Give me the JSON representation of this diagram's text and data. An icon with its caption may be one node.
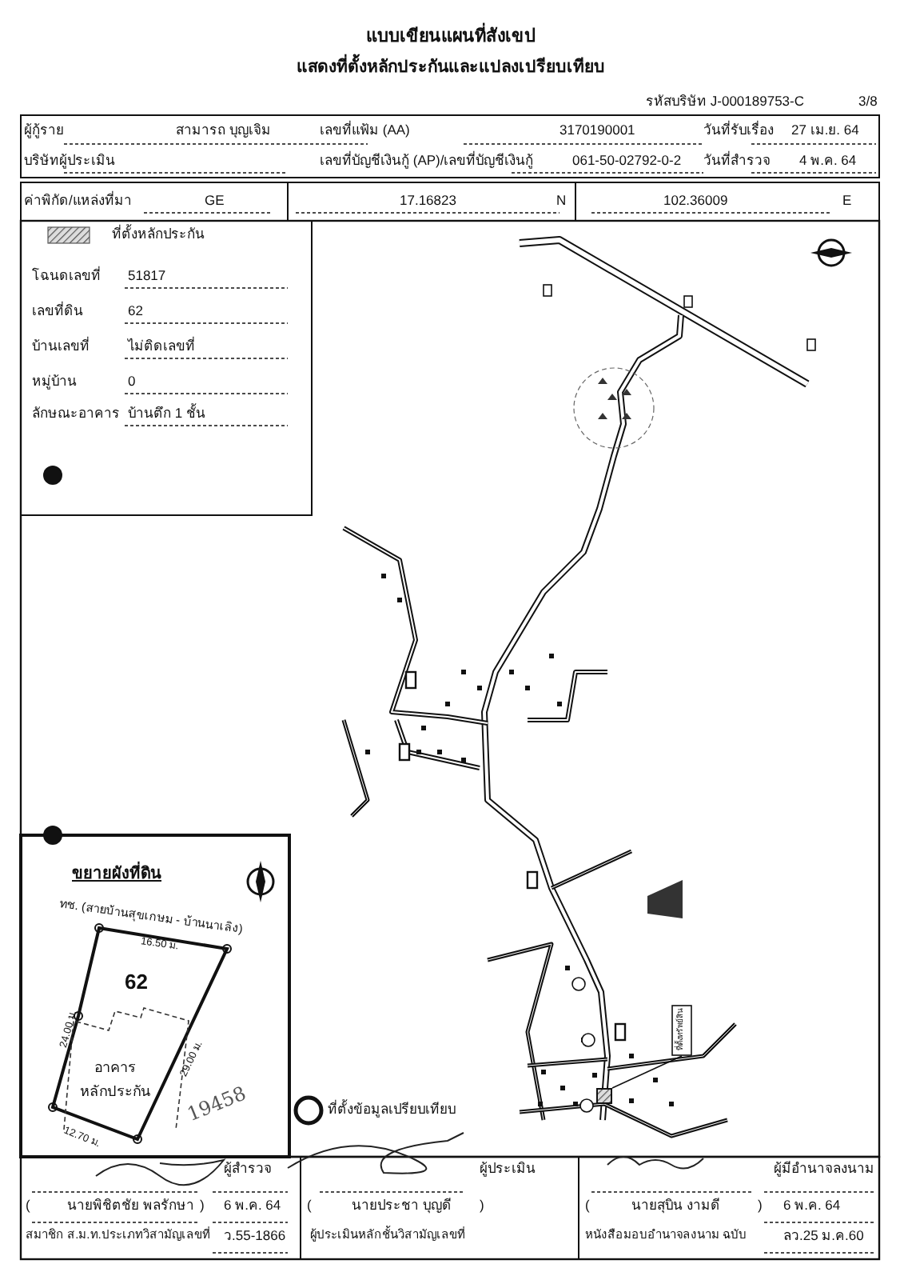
{
  "diagram": {
    "title": "แบบเขียนแผนที่สังเขป",
    "nodes": [
      {
        "text": [
          "62"
        ]
      },
      {
        "text": [
          "อาคาร หลักประกัน"
        ],
        "in": 0
      },
      {
        "text": [
          "ที่ตั้งทรัพย์สิน"
        ]
      },
      {
        "text": [],
        "shape": "box"
      }
    ],
    "edges": [
      {
        "from": 2,
        "to": 3,
        "arrow": "none"
      }
    ],
    "labels": [
      "แสดงที่ตั้งหลักประกันและแปลงเปรียบเทียบ",
      "รหัสบริษัท J-000189753-C",
      "3/8",
      "ผู้กู้ราย",
      "สามารถ บุญเจิม",
      "เลขที่แฟ้ม (AA)",
      "3170190001",
      "วันที่รับเรื่อง",
      "27 เม.ย. 64",
      "บริษัทผู้ประเมิน",
      "เลขที่บัญชีเงินกู้ (AP)/เลขที่บัญชีเงินกู้",
      "061-50-02792-0-2",
      "วันที่สำรวจ",
      "4 พ.ค. 64",
      "ค่าพิกัด/แหล่งที่มา",
      "GE",
      "17.16823",
      "N",
      "102.36009",
      "E",
      "โฉนดเลขที่",
      "51817",
      "เลขที่ดิน",
      "62",
      "บ้านเลขที่",
      "ไม่ติดเลขที่",
      "หมู่บ้าน",
      "0",
      "ลักษณะอาคาร",
      "บ้านตึก 1 ชั้น",
      "ขยายผังที่ดิน",
      "ทช. (สายบ้านสุขเกษม - บ้านนาเลิง)",
      "16.50 ม.",
      "24.00 ม.",
      "29.00 ม.",
      "12.70 ม.",
      "19458",
      "ผู้สำรวจ",
      "(",
      "นายพิชิตชัย พลรักษา",
      ")",
      "6 พ.ค. 64",
      "สมาชิก ส.ม.ท.ประเภทวิสามัญเลขที่",
      "ว.55-1866",
      "ผู้ประเมิน",
      "(",
      "นายประชา บุญดี",
      ")",
      "ผู้ประเมินหลักชั้นวิสามัญเลขที่",
      "ผู้มีอำนาจลงนาม",
      "(",
      "นายสุบิน งามดี",
      ")",
      "6 พ.ค. 64",
      "หนังสือมอบอำนาจลงนาม ฉบับ",
      "ลว.25 ม.ค.60"
    ],
    "legend": [
      {
        "text": "ที่ตั้งหลักประกัน"
      },
      {
        "text": "ที่ตั้งข้อมูลเปรียบเทียบ"
      }
    ]
  }
}
